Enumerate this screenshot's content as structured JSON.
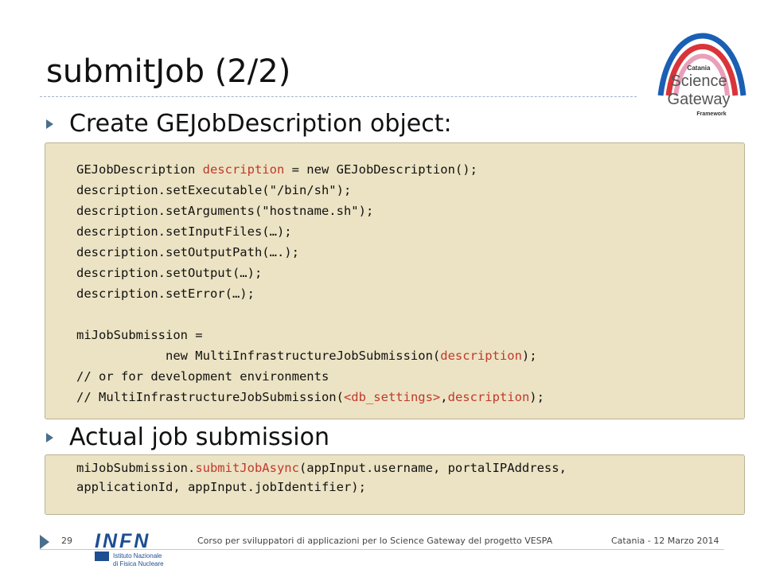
{
  "slide": {
    "title": "submitJob (2/2)",
    "bullets": [
      "Create GEJobDescription object:",
      "Actual job submission"
    ]
  },
  "code_block_1": [
    [
      {
        "t": "GEJobDescription "
      },
      {
        "t": "description",
        "c": "red"
      },
      {
        "t": " = new GEJobDescription();"
      }
    ],
    [
      {
        "t": "description.setExecutable(\"/bin/sh\");"
      }
    ],
    [
      {
        "t": "description.setArguments(\"hostname.sh\");"
      }
    ],
    [
      {
        "t": "description.setInputFiles(…);"
      }
    ],
    [
      {
        "t": "description.setOutputPath(….);"
      }
    ],
    [
      {
        "t": "description.setOutput(…);"
      }
    ],
    [
      {
        "t": "description.setError(…);"
      }
    ],
    [],
    [
      {
        "t": "miJobSubmission ="
      }
    ],
    [
      {
        "t": "            new MultiInfrastructureJobSubmission("
      },
      {
        "t": "description",
        "c": "red"
      },
      {
        "t": ");"
      }
    ],
    [
      {
        "t": "// or for development environments"
      }
    ],
    [
      {
        "t": "// MultiInfrastructureJobSubmission("
      },
      {
        "t": "<db_settings>",
        "c": "red"
      },
      {
        "t": ","
      },
      {
        "t": "description",
        "c": "red"
      },
      {
        "t": ");"
      }
    ]
  ],
  "code_block_2": [
    [
      {
        "t": "miJobSubmission."
      },
      {
        "t": "submitJobAsync",
        "c": "red"
      },
      {
        "t": "(appInput.username, portalIPAddress,"
      }
    ],
    [
      {
        "t": "applicationId, appInput.jobIdentifier);"
      }
    ]
  ],
  "logo": {
    "top": "Catania",
    "line1": "Science",
    "line2": "Gateway",
    "bottom": "Framework"
  },
  "footer": {
    "page_number": "29",
    "text": "Corso per sviluppatori di applicazioni per lo Science Gateway del progetto VESPA",
    "date": "Catania - 12 Marzo 2014",
    "infn": {
      "name": "INFN",
      "sub1": "Istituto Nazionale",
      "sub2": "di Fisica Nucleare"
    }
  },
  "colors": {
    "accent": "#4a6f8c",
    "code_bg": "#ece3c4",
    "code_red": "#c0392b"
  }
}
